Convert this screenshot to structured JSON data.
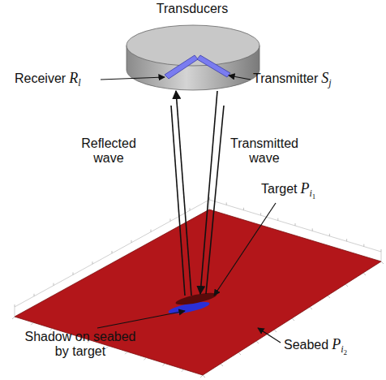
{
  "diagram": {
    "labels": [
      "Transducers",
      "Receiver",
      "R",
      "l",
      "Transmitter",
      "S",
      "j",
      "Reflected wave",
      "Transmitted wave",
      "Target",
      "P",
      "i",
      "1",
      "Shadow on seabed by target",
      "Seabed",
      "P",
      "i",
      "2"
    ]
  }
}
